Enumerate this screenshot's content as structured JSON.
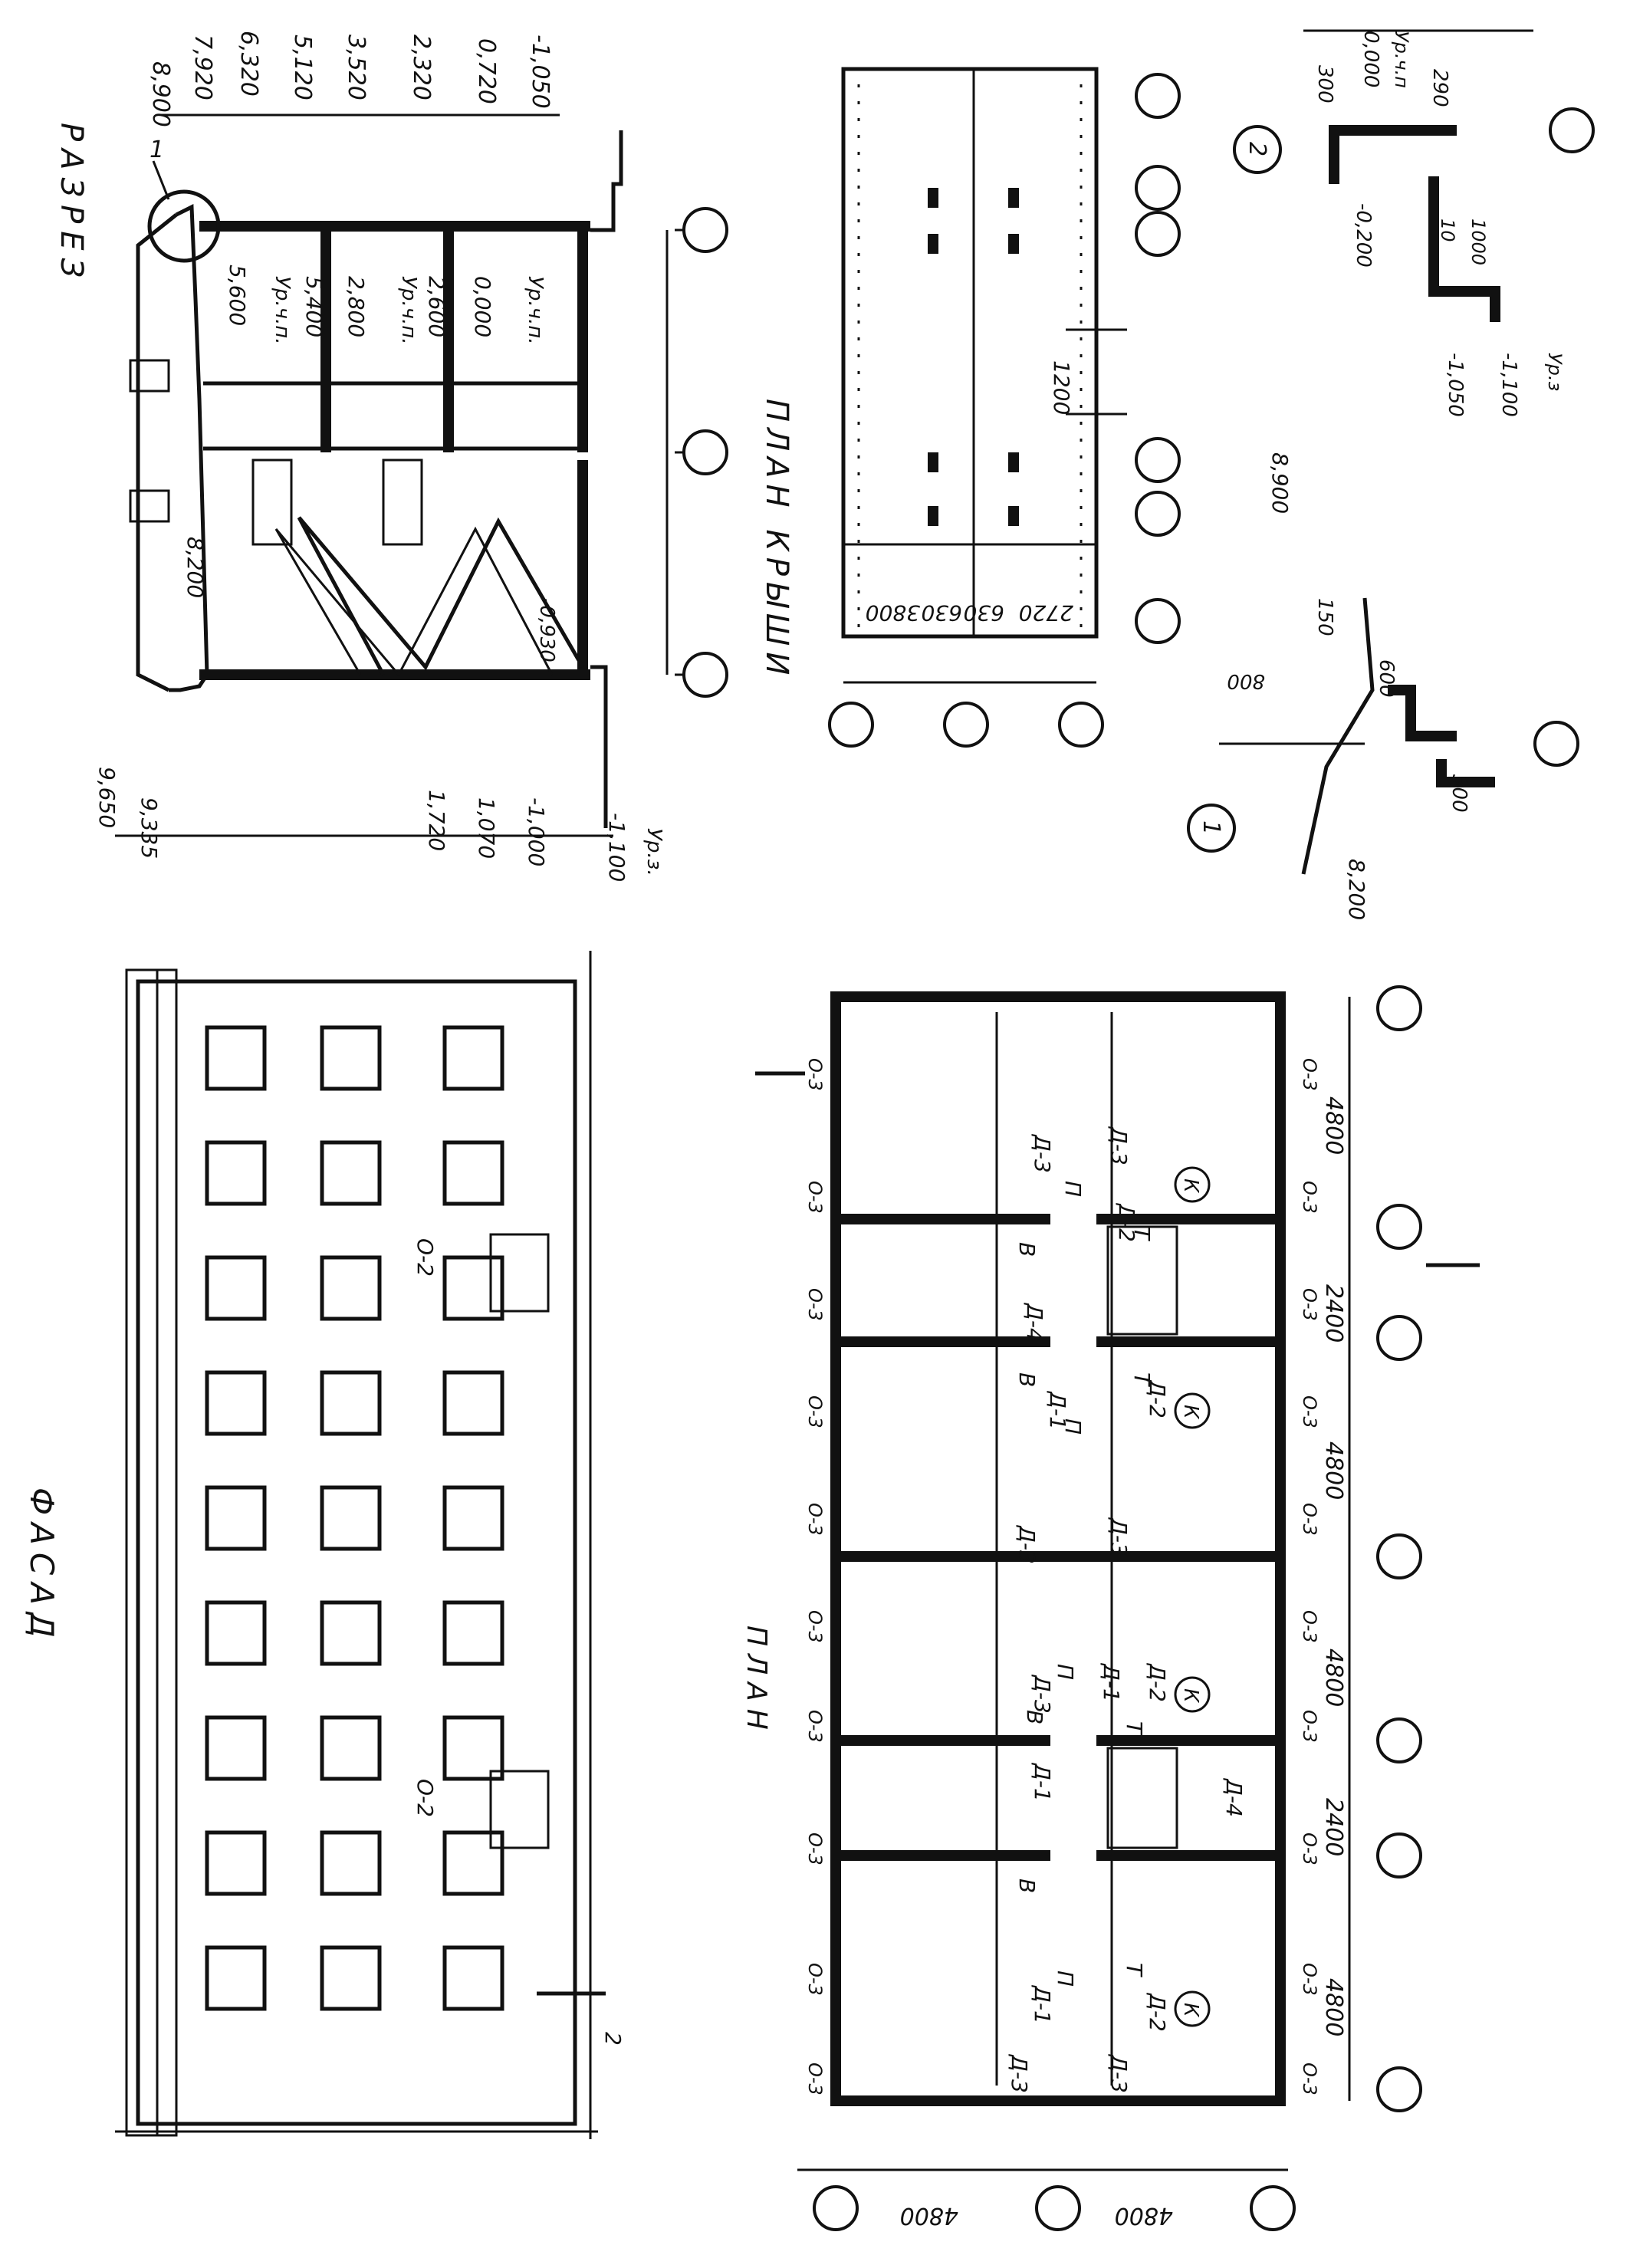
{
  "sheet": {
    "section_title": "РАЗРЕЗ",
    "roof_plan_title": "ПЛАН КРЫШИ",
    "facade_title": "ФАСАД",
    "plan_title": "ПЛАН"
  },
  "section": {
    "callout_node": "1",
    "right_levels": [
      "8,900",
      "7,920",
      "6,320",
      "5,120",
      "3,520",
      "2,320",
      "0,720",
      "-1,050"
    ],
    "floor_levels": [
      "5,600",
      "5,400",
      "2,800",
      "2,600",
      "0,000"
    ],
    "floor_tag": "Ур.ч.п.",
    "left_levels": [
      "9,650",
      "9,335",
      "1,720",
      "1,070",
      "-1,000",
      "-1,100"
    ],
    "ground_tag": "Ур.з.",
    "roof_level": "8,200",
    "stair_level": "-0,930"
  },
  "roof_plan": {
    "dims": [
      "2720",
      "630",
      "630",
      "3800"
    ],
    "dim_1200": "1200"
  },
  "details": {
    "node1_label": "1",
    "node1_levels": [
      "8,900",
      "8,200"
    ],
    "node1_dims": [
      "150",
      "600",
      "800",
      "300"
    ],
    "node2_label": "2",
    "node2_levels": [
      "0,000",
      "-0,200",
      "-1,050",
      "-1,100"
    ],
    "node2_tags": [
      "Ур.ч.п",
      "Ур.з"
    ],
    "node2_dims": [
      "300",
      "290",
      "10",
      "1000"
    ]
  },
  "facade": {
    "window_tag": "О-2",
    "section_mark": "2"
  },
  "plan": {
    "window_mark": "О-3",
    "bay_dims": [
      "4800",
      "2400",
      "4800",
      "4800",
      "2400",
      "4800"
    ],
    "depth_dims": [
      "4800",
      "4800"
    ],
    "door_marks": [
      "Д-1",
      "Д-2",
      "Д-3",
      "Д-4"
    ],
    "room_marks": [
      "В",
      "П",
      "Т",
      "К"
    ]
  }
}
